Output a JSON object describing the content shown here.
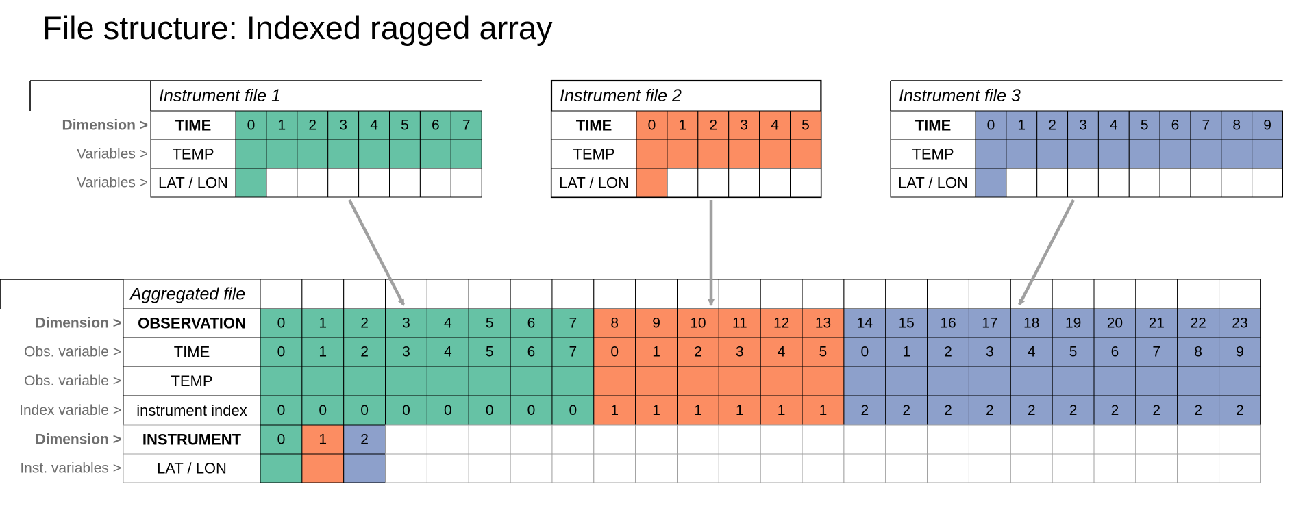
{
  "title": "File structure: Indexed ragged array",
  "colors": {
    "file1": "#66c2a5",
    "file2": "#fc8d62",
    "file3": "#8da0cb",
    "arrow": "#a0a0a0",
    "grid": "#000000",
    "empty_grid": "#a0a0a0",
    "label_text": "#6e6e6e"
  },
  "instrument_files": [
    {
      "caption": "Instrument file 1",
      "color_key": "file1",
      "row_labels": [
        "Dimension >",
        "Variables >",
        "Variables >"
      ],
      "row_headers": [
        "TIME",
        "TEMP",
        "LAT / LON"
      ],
      "time_values": [
        "0",
        "1",
        "2",
        "3",
        "4",
        "5",
        "6",
        "7"
      ]
    },
    {
      "caption": "Instrument file 2",
      "color_key": "file2",
      "row_labels": [],
      "row_headers": [
        "TIME",
        "TEMP",
        "LAT / LON"
      ],
      "time_values": [
        "0",
        "1",
        "2",
        "3",
        "4",
        "5"
      ]
    },
    {
      "caption": "Instrument file 3",
      "color_key": "file3",
      "row_labels": [],
      "row_headers": [
        "TIME",
        "TEMP",
        "LAT / LON"
      ],
      "time_values": [
        "0",
        "1",
        "2",
        "3",
        "4",
        "5",
        "6",
        "7",
        "8",
        "9"
      ]
    }
  ],
  "aggregated": {
    "caption": "Aggregated file",
    "total_columns": 24,
    "rows": [
      {
        "label": "Dimension >",
        "header": "OBSERVATION",
        "bold": true,
        "kind": "observation",
        "values": [
          "0",
          "1",
          "2",
          "3",
          "4",
          "5",
          "6",
          "7",
          "8",
          "9",
          "10",
          "11",
          "12",
          "13",
          "14",
          "15",
          "16",
          "17",
          "18",
          "19",
          "20",
          "21",
          "22",
          "23"
        ]
      },
      {
        "label": "Obs. variable >",
        "header": "TIME",
        "bold": false,
        "kind": "time",
        "values": [
          "0",
          "1",
          "2",
          "3",
          "4",
          "5",
          "6",
          "7",
          "0",
          "1",
          "2",
          "3",
          "4",
          "5",
          "0",
          "1",
          "2",
          "3",
          "4",
          "5",
          "6",
          "7",
          "8",
          "9"
        ]
      },
      {
        "label": "Obs. variable >",
        "header": "TEMP",
        "bold": false,
        "kind": "temp",
        "values": []
      },
      {
        "label": "Index variable >",
        "header": "instrument index",
        "bold": false,
        "kind": "index",
        "values": [
          "0",
          "0",
          "0",
          "0",
          "0",
          "0",
          "0",
          "0",
          "1",
          "1",
          "1",
          "1",
          "1",
          "1",
          "2",
          "2",
          "2",
          "2",
          "2",
          "2",
          "2",
          "2",
          "2",
          "2"
        ]
      },
      {
        "label": "Dimension >",
        "header": "INSTRUMENT",
        "bold": true,
        "kind": "instrument",
        "values": [
          "0",
          "1",
          "2"
        ]
      },
      {
        "label": "Inst. variables >",
        "header": "LAT / LON",
        "bold": false,
        "kind": "latlon",
        "values": []
      }
    ]
  }
}
